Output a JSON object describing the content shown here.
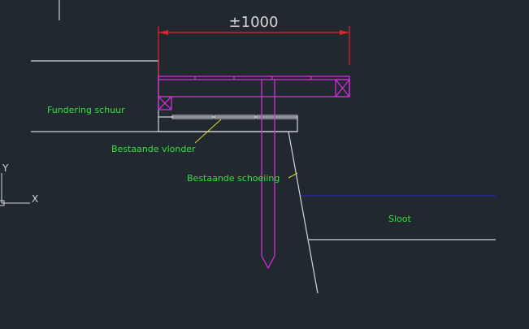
{
  "colors": {
    "background": "#212830",
    "geometry": "#d6d6d6",
    "label": "#35e33b",
    "magenta": "#d12fd6",
    "dimension": "#e1232b",
    "leader": "#d9d92b",
    "water": "#2a2aa8"
  },
  "dimension": {
    "text": "±1000"
  },
  "labels": {
    "fundering": "Fundering schuur",
    "vlonder": "Bestaande vlonder",
    "schoeiing": "Bestaande schoeiing",
    "sloot": "Sloot"
  },
  "ucs": {
    "x_label": "X",
    "y_label": "Y"
  }
}
